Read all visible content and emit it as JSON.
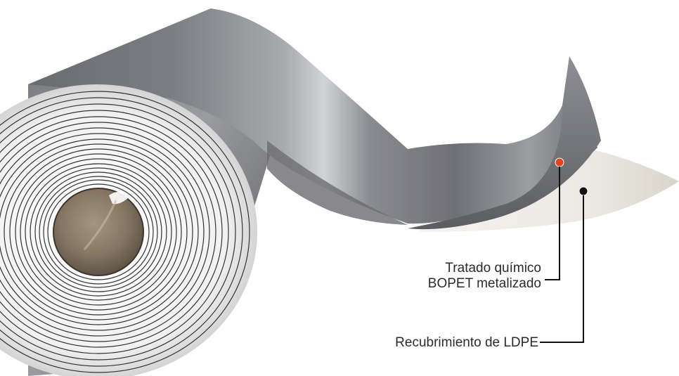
{
  "labels": {
    "chemical_treated": "Tratado químico",
    "metallized_bopet": "BOPET metalizado",
    "ldpe_coating": "Recubrimiento de LDPE"
  },
  "colors": {
    "foil_dark": "#5e5f63",
    "foil_mid": "#8a8b90",
    "foil_light": "#c9cacd",
    "roll_face": "#f4f4f4",
    "core": "#8b7d68",
    "film": "#e9e6e0",
    "marker_orange": "#e8431c",
    "marker_black": "#111111",
    "leader_line": "#111111"
  }
}
